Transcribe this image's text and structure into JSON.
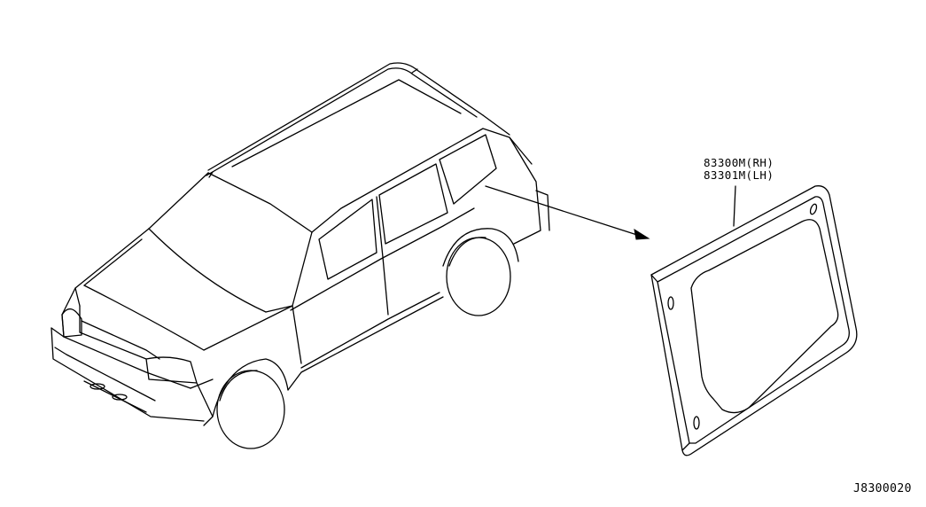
{
  "callout": {
    "lines": [
      "83300M(RH)",
      "83301M(LH)"
    ]
  },
  "diagram_code": "J8300020",
  "colors": {
    "background": "#ffffff",
    "ink": "#000000"
  }
}
